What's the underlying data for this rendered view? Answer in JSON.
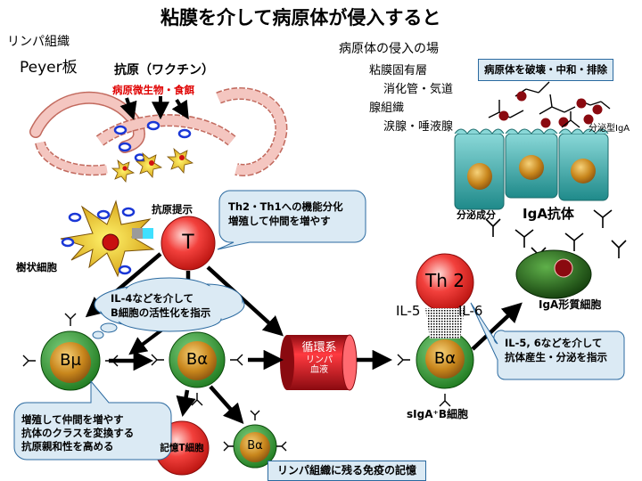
{
  "title": "粘膜を介して病原体が侵入すると",
  "lymph_tissue_label": "リンパ組織",
  "peyer_label": "Peyer板",
  "antigen_label": "抗原（ワクチン）",
  "pathogen_food_label": "病原微生物・食餌",
  "entry_site": {
    "heading": "病原体の侵入の場",
    "lines": [
      "粘膜固有層",
      "消化管・気道",
      "腺組織",
      "涙腺・唾液腺"
    ]
  },
  "pathogen_action_box": "病原体を破壊・中和・排除",
  "secretory_iga_label": "分泌型IgA",
  "secretory_component_label": "分泌成分",
  "iga_antibody_label": "IgA抗体",
  "antigen_presentation_label": "抗原提示",
  "dendritic_cell_label": "樹状細胞",
  "t_cell_label": "T",
  "th_callout": [
    "Th2・Th1への機能分化",
    "増殖して仲間を増やす"
  ],
  "il4_callout": [
    "IL-4などを介して",
    "B細胞の活性化を指示"
  ],
  "b_mu_label": "Bμ",
  "b_alpha_label": "Bα",
  "circulation_label": [
    "循環系",
    "リンパ",
    "血液"
  ],
  "th2_label": "Th 2",
  "il5_label": "IL-5",
  "il6_label": "IL-6",
  "iga_plasma_label": "IgA形質細胞",
  "il56_box": [
    "IL-5, 6などを介して",
    "抗体産生・分泌を指示"
  ],
  "siga_b_label": "sIgA⁺B細胞",
  "bmu_callout": [
    "増殖して仲間を増やす",
    "抗体のクラスを変換する",
    "抗原親和性を高める"
  ],
  "memory_t_label": "記憶T細胞",
  "memory_box": "リンパ組織に残る免疫の記憶",
  "colors": {
    "b_cell_ring": "#2f9a2f",
    "b_cell_core": "#c8861c",
    "t_cell": "#f2403c",
    "arrow": "#000000",
    "callout_fill": "#dbeaf4",
    "callout_stroke": "#2b6aa0",
    "circulation": "#e3141f",
    "plasma_cell": "#1f5a14",
    "epithelium": "#3aa6a6",
    "villus": "#f4c6c0",
    "title_color": "#000000"
  }
}
